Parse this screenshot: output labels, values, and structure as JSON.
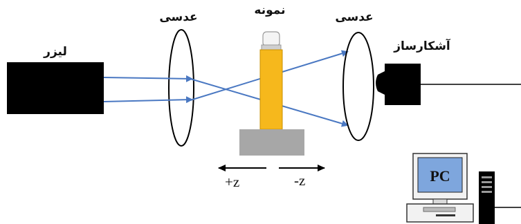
{
  "labels": {
    "laser": "لیزر",
    "lens_left": "عدسی",
    "sample": "نمونه",
    "lens_right": "عدسی",
    "detector": "آشکارساز",
    "computer": "PC",
    "z_plus": "+z",
    "z_minus": "-z"
  },
  "colors": {
    "beam": "#4a78c2",
    "sample": "#f6b81c",
    "stage": "#a7a7a7",
    "laser_body": "#000000",
    "detector_body": "#000000"
  }
}
